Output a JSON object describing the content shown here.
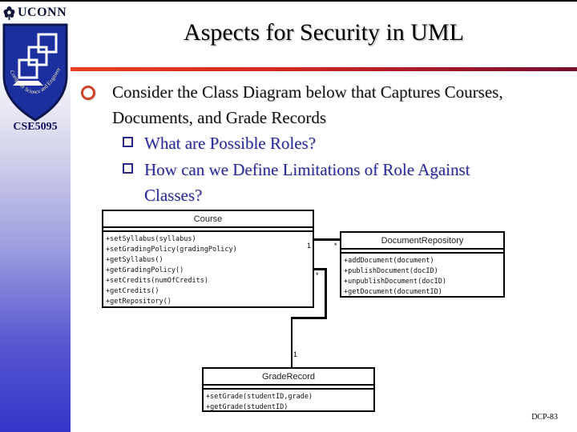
{
  "slide": {
    "title": "Aspects for Security in UML",
    "footer": "DCP-83"
  },
  "branding": {
    "wordmark": "UCONN",
    "course_code": "CSE5095",
    "shield_text": "Computer Science and Engineering"
  },
  "bullets": {
    "main": "Consider the Class Diagram below that Captures Courses, Documents, and Grade Records",
    "sub": [
      "What are Possible Roles?",
      "How can we Define Limitations of Role Against Classes?"
    ]
  },
  "colors": {
    "accent_red": "#e8401e",
    "accent_maroon": "#7a0f2e",
    "bar_blue": "#3434c9",
    "shield_blue": "#1c2f9e",
    "sub_bullet_blue": "#2b2b9b"
  },
  "diagram": {
    "classes": [
      {
        "name": "Course",
        "methods": [
          "+setSyllabus(syllabus)",
          "+setGradingPolicy(gradingPolicy)",
          "+getSyllabus()",
          "+getGradingPolicy()",
          "+setCredits(numOfCredits)",
          "+getCredits()",
          "+getRepository()"
        ]
      },
      {
        "name": "DocumentRepository",
        "methods": [
          "+addDocument(document)",
          "+publishDocument(docID)",
          "+unpublishDocument(docID)",
          "+getDocument(documentID)"
        ]
      },
      {
        "name": "GradeRecord",
        "methods": [
          "+setGrade(studentID,grade)",
          "+getGrade(studentID)"
        ]
      }
    ],
    "multiplicities": {
      "course_docrepo_course_end": "1",
      "course_docrepo_docrepo_end": "*",
      "course_graderec_course_end": "*",
      "course_graderec_graderec_end": "1"
    }
  }
}
